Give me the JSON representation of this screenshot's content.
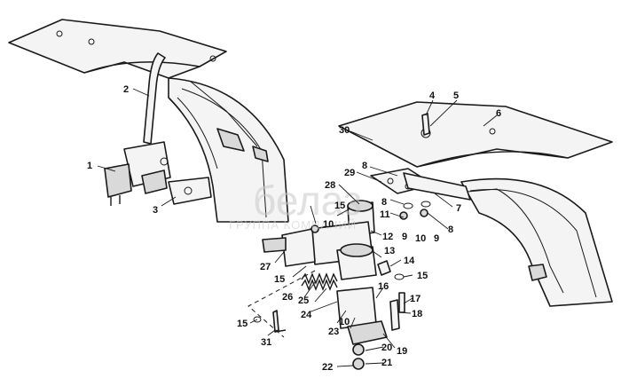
{
  "watermark": {
    "brand": "белаз",
    "subtitle": "ГРУППА КОМПАНИЙ"
  },
  "callouts": [
    "1",
    "2",
    "3",
    "4",
    "5",
    "6",
    "7",
    "8",
    "8",
    "8",
    "9",
    "9",
    "10",
    "10",
    "10",
    "11",
    "12",
    "13",
    "14",
    "15",
    "15",
    "15",
    "15",
    "16",
    "17",
    "18",
    "19",
    "20",
    "21",
    "22",
    "23",
    "24",
    "25",
    "26",
    "27",
    "28",
    "29",
    "30",
    "31"
  ],
  "icons": [
    "left-fender-icon",
    "right-fender-icon",
    "bracket-icon",
    "spring-icon",
    "bolt-icon",
    "nut-icon",
    "washer-icon"
  ]
}
